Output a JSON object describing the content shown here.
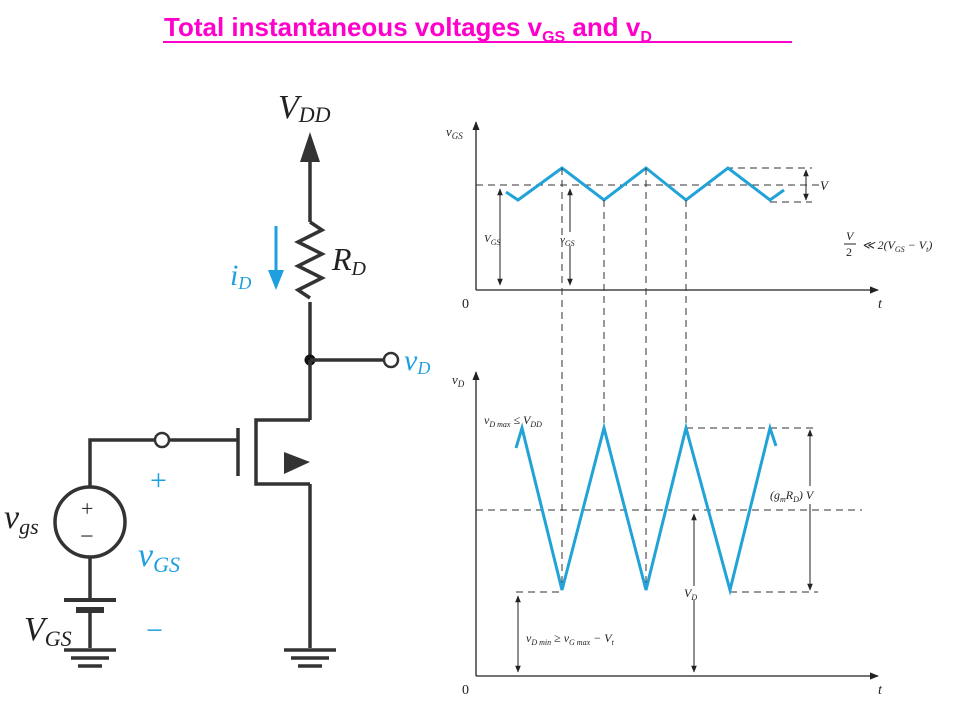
{
  "title": {
    "part1": "Total instantaneous voltages ",
    "v1": "v",
    "sub1": "GS",
    "and": " and ",
    "v2": "v",
    "sub2": "D"
  },
  "circuit": {
    "vdd": {
      "main": "V",
      "sub": "DD"
    },
    "rd": {
      "main": "R",
      "sub": "D"
    },
    "id": {
      "main": "i",
      "sub": "D"
    },
    "vd_out": {
      "main": "v",
      "sub": "D"
    },
    "vgs_small": {
      "main": "v",
      "sub": "gs"
    },
    "vgs_total": {
      "main": "v",
      "sub": "GS"
    },
    "vgs_dc": {
      "main": "V",
      "sub": "GS"
    },
    "plus": "+",
    "minus": "−",
    "src_plus": "+",
    "src_minus": "−"
  },
  "top_graph": {
    "y_axis": {
      "main": "v",
      "sub": "GS"
    },
    "x_axis": "t",
    "origin": "0",
    "amp": "V",
    "dc_level": {
      "main": "V",
      "sub": "GS"
    },
    "inst_level": {
      "main": "v",
      "sub": "GS"
    },
    "condition": {
      "num": "V",
      "den": "2",
      "rel": "≪ 2(V",
      "sub": "GS",
      "rest": " − V",
      "sub2": "t",
      "close": ")"
    }
  },
  "bottom_graph": {
    "y_axis": {
      "main": "v",
      "sub": "D"
    },
    "x_axis": "t",
    "origin": "0",
    "vdmax": {
      "main": "v",
      "sub": "D max",
      "rel": " ≤ V",
      "sub2": "DD"
    },
    "gain": {
      "open": "(g",
      "sub": "m",
      "mid": "R",
      "sub2": "D",
      "close": ") V"
    },
    "dc_level": {
      "main": "V",
      "sub": "D"
    },
    "vdmin": {
      "main": "v",
      "sub": "D min",
      "rel": " ≥ v",
      "sub2": "G max",
      "rest": " − V",
      "sub3": "t"
    }
  },
  "colors": {
    "title": "#ff00cc",
    "wave": "#22a3d8",
    "label_blue": "#1e9fe0",
    "wire": "#333333"
  }
}
